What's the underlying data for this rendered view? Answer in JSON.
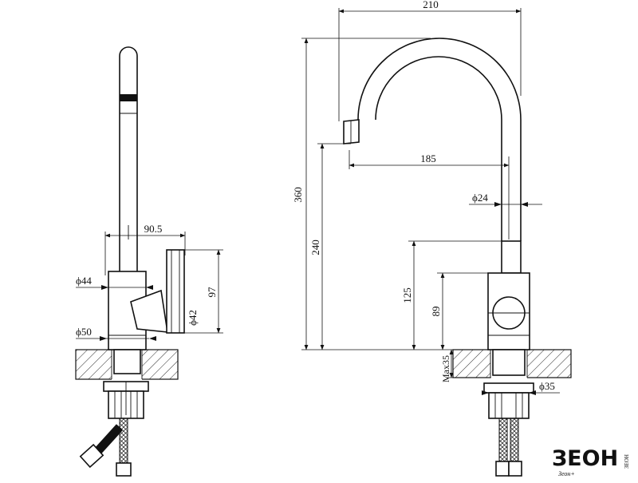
{
  "dims_side": {
    "reach": "90.5",
    "dia_44": "ϕ44",
    "dia_50": "ϕ50",
    "dia_42": "ϕ42",
    "height_97": "97"
  },
  "dims_front": {
    "width_210": "210",
    "height_360": "360",
    "spout_185": "185",
    "dia_24": "ϕ24",
    "height_240": "240",
    "height_125": "125",
    "height_89": "89",
    "max_35": "Max35",
    "dia_35": "ϕ35"
  },
  "brand": {
    "name": "ЗЕОН",
    "tagline_vertical": "ЗЕОН",
    "subtitle": "Зеон+"
  },
  "colors": {
    "line": "#111111",
    "background": "#ffffff"
  }
}
